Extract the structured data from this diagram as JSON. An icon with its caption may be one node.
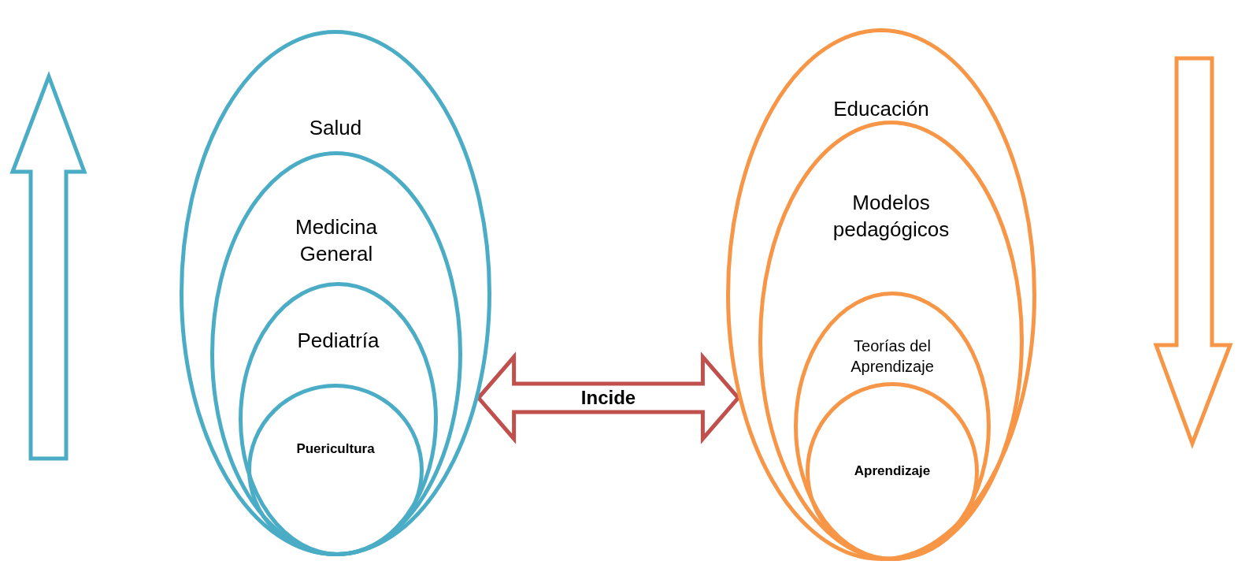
{
  "diagram": {
    "nodes": [
      {
        "text": [
          "Salud"
        ]
      },
      {
        "text": [
          "Medicina General"
        ],
        "in": 0
      },
      {
        "text": [
          "Pediatría"
        ],
        "in": 1
      },
      {
        "text": [
          "Puericultura"
        ],
        "in": 2
      },
      {
        "text": [
          "Educación"
        ]
      },
      {
        "text": [
          "Modelos pedagógicos"
        ],
        "in": 4
      },
      {
        "text": [
          "Teorías del Aprendizaje"
        ],
        "in": 5
      },
      {
        "text": [
          "Aprendizaje"
        ],
        "in": 6
      }
    ],
    "edges": [
      {
        "from": 0,
        "to": 4,
        "arrow": "both",
        "label": "Incide"
      }
    ]
  }
}
